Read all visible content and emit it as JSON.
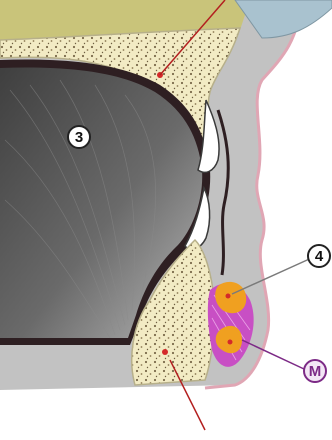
{
  "labels": {
    "mandible_number": "3",
    "pad_number": "4",
    "muscle_letter": "M"
  },
  "colors": {
    "bone": "#f2ebc4",
    "bone_outline": "#b7b08a",
    "bone_speckle": "#7a6a4a",
    "marrow_dot": "#d42a2a",
    "tongue_dark": "#4a4a4a",
    "tongue_light": "#bdbdbd",
    "soft_tissue": "#bdbdbd",
    "skin_line": "#e0a6b4",
    "muscle": "#c84fc4",
    "fat_pad": "#f0a020",
    "top_band": "#c9c47a",
    "top_teeth": "#a9c2cf",
    "badge_m": "#7c2a86"
  }
}
